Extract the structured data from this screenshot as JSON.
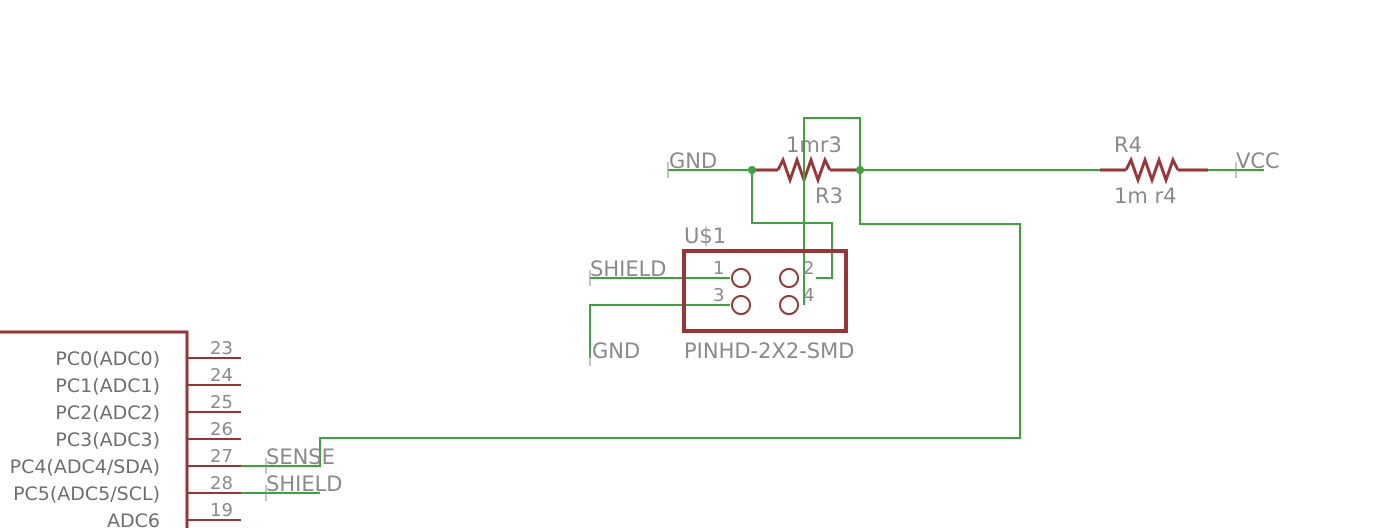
{
  "net_labels": {
    "gnd_top": "GND",
    "vcc": "VCC",
    "shield_conn": "SHIELD",
    "gnd_conn": "GND",
    "sense_mcu": "SENSE",
    "shield_mcu": "SHIELD"
  },
  "resistor_r3": {
    "value": "1mr3",
    "name": "R3"
  },
  "resistor_r4": {
    "name": "R4",
    "value": "1m r4"
  },
  "connector": {
    "name": "U$1",
    "package": "PINHD-2X2-SMD",
    "pins": [
      "1",
      "2",
      "3",
      "4"
    ]
  },
  "mcu_pins": [
    {
      "name": "PC0(ADC0)",
      "number": "23"
    },
    {
      "name": "PC1(ADC1)",
      "number": "24"
    },
    {
      "name": "PC2(ADC2)",
      "number": "25"
    },
    {
      "name": "PC3(ADC3)",
      "number": "26"
    },
    {
      "name": "PC4(ADC4/SDA)",
      "number": "27"
    },
    {
      "name": "PC5(ADC5/SCL)",
      "number": "28"
    },
    {
      "name": "ADC6",
      "number": "19"
    }
  ],
  "colors": {
    "wire": "#3aa53a",
    "part": "#9b3434",
    "text": "#8a8a8a"
  }
}
